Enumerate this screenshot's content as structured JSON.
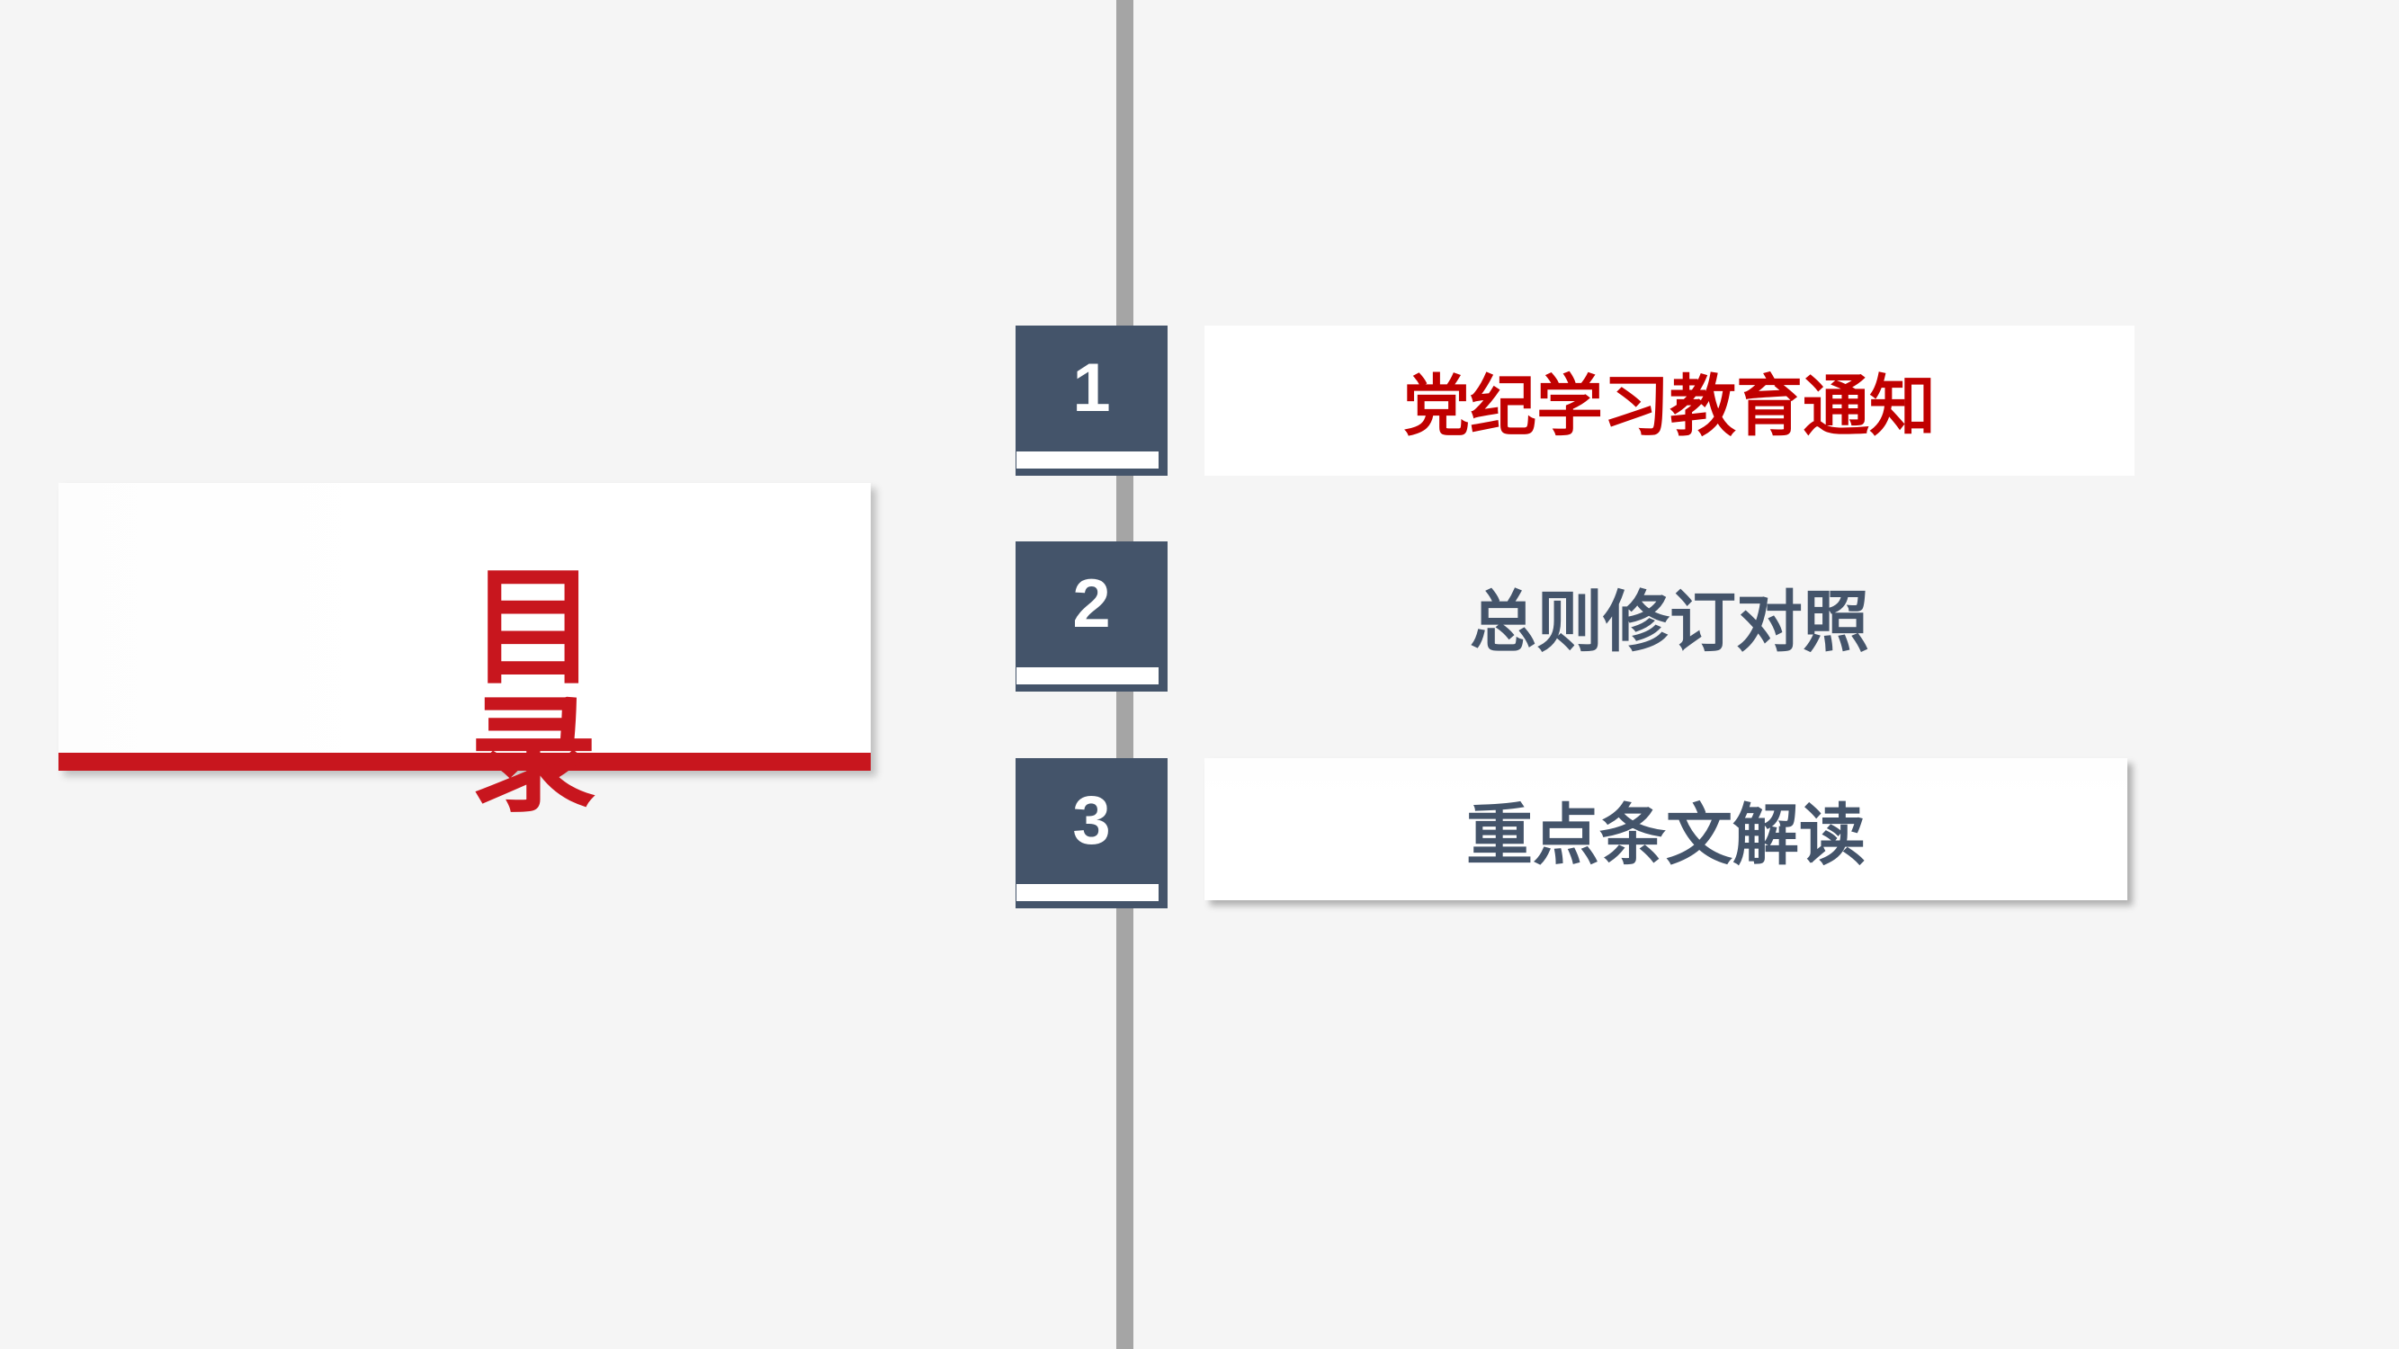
{
  "slide": {
    "background_color": "#f5f5f5",
    "timeline_color": "#a5a5a5"
  },
  "title_card": {
    "title": "目录",
    "title_color": "#c8161e",
    "bar_color": "#c8161e"
  },
  "toc": {
    "number_box_color": "#44546a",
    "items": [
      {
        "number": "1",
        "label": "党纪学习教育通知",
        "label_color": "#c00000",
        "style": "white-card"
      },
      {
        "number": "2",
        "label": "总则修订对照",
        "label_color": "#44546a",
        "style": "no-card"
      },
      {
        "number": "3",
        "label": "重点条文解读",
        "label_color": "#44546a",
        "style": "shadowed-card"
      }
    ]
  }
}
